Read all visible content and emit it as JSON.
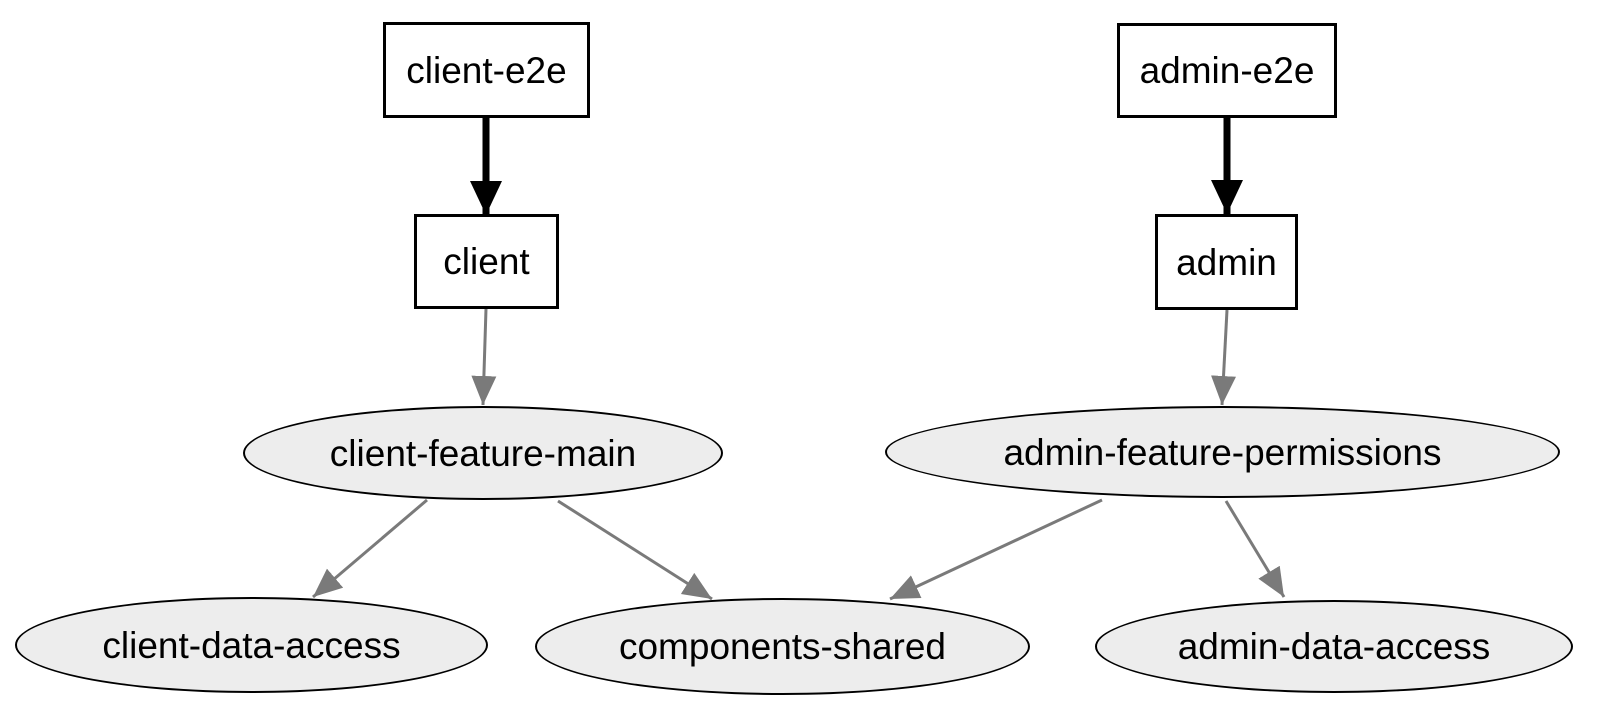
{
  "diagram": {
    "type": "project-dependency-graph",
    "background": "#ffffff",
    "colors": {
      "box_fill": "#ffffff",
      "box_border": "#000000",
      "ellipse_fill": "#ededed",
      "ellipse_border": "#000000",
      "edge_strong": "#000000",
      "edge_normal": "#7a7a7a",
      "label_text": "#000000"
    },
    "nodes": [
      {
        "id": "client-e2e",
        "label": "client-e2e",
        "shape": "box"
      },
      {
        "id": "admin-e2e",
        "label": "admin-e2e",
        "shape": "box"
      },
      {
        "id": "client",
        "label": "client",
        "shape": "box"
      },
      {
        "id": "admin",
        "label": "admin",
        "shape": "box"
      },
      {
        "id": "client-feature-main",
        "label": "client-feature-main",
        "shape": "ellipse"
      },
      {
        "id": "admin-feature-permissions",
        "label": "admin-feature-permissions",
        "shape": "ellipse"
      },
      {
        "id": "client-data-access",
        "label": "client-data-access",
        "shape": "ellipse"
      },
      {
        "id": "components-shared",
        "label": "components-shared",
        "shape": "ellipse"
      },
      {
        "id": "admin-data-access",
        "label": "admin-data-access",
        "shape": "ellipse"
      }
    ],
    "edges": [
      {
        "from": "client-e2e",
        "to": "client",
        "style": "strong"
      },
      {
        "from": "admin-e2e",
        "to": "admin",
        "style": "strong"
      },
      {
        "from": "client",
        "to": "client-feature-main",
        "style": "normal"
      },
      {
        "from": "admin",
        "to": "admin-feature-permissions",
        "style": "normal"
      },
      {
        "from": "client-feature-main",
        "to": "client-data-access",
        "style": "normal"
      },
      {
        "from": "client-feature-main",
        "to": "components-shared",
        "style": "normal"
      },
      {
        "from": "admin-feature-permissions",
        "to": "components-shared",
        "style": "normal"
      },
      {
        "from": "admin-feature-permissions",
        "to": "admin-data-access",
        "style": "normal"
      }
    ]
  }
}
